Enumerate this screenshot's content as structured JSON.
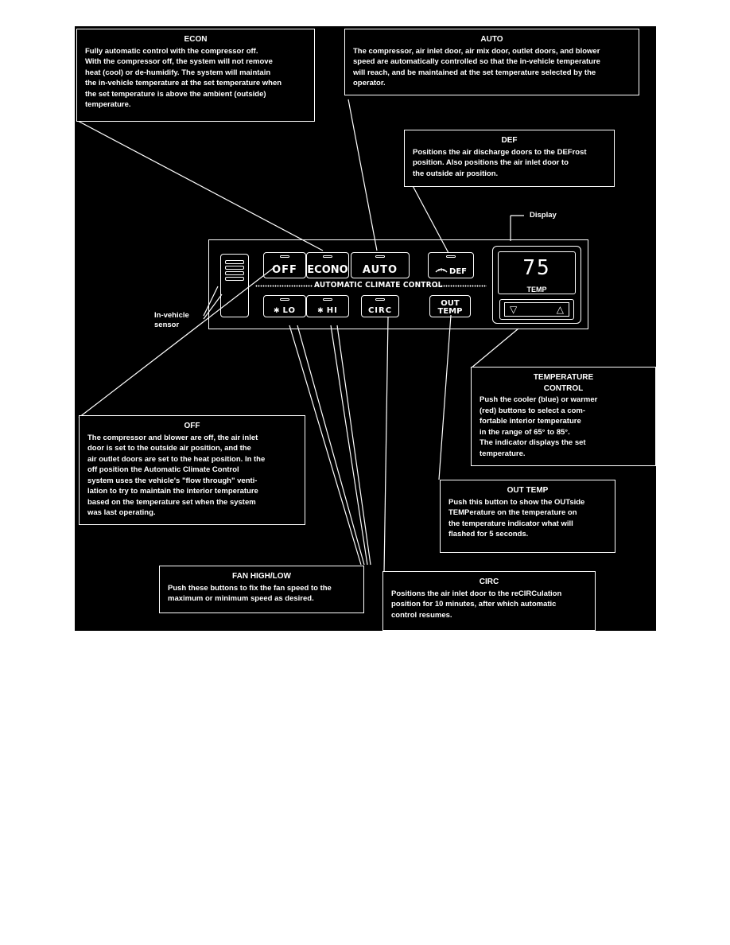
{
  "callouts": {
    "econ": {
      "title": "ECON",
      "body": "Fully automatic control with the compressor off.\nWith the compressor off, the system will not remove\nheat (cool) or de-humidify. The system will maintain\nthe in-vehicle temperature at the set temperature when\nthe set temperature is above the ambient (outside)\ntemperature."
    },
    "auto": {
      "title": "AUTO",
      "body": "The compressor, air inlet door, air mix door, outlet doors, and blower\nspeed are automatically controlled so that the in-vehicle temperature\nwill reach, and be maintained at the set temperature selected by the\noperator."
    },
    "def": {
      "title": "DEF",
      "body": "Positions the air discharge doors to the DEFrost\nposition. Also positions the air inlet door to\nthe outside air position."
    },
    "temperature_control": {
      "title": "TEMPERATURE\nCONTROL",
      "body": "Push the cooler (blue) or warmer\n(red) buttons to select a com-\nfortable interior temperature\nin the range of 65° to 85°.\nThe indicator displays the set\ntemperature."
    },
    "off": {
      "title": "OFF",
      "body": "The compressor and blower are off, the air inlet\ndoor is set to the outside air position, and the\nair outlet doors are set to the heat position. In the\noff position the Automatic Climate Control\nsystem uses the vehicle's \"flow through\" venti-\nlation to try to maintain the interior temperature\nbased on the temperature set when the system\nwas last operating."
    },
    "out_temp": {
      "title": "OUT TEMP",
      "body": "Push this button to show the OUTside\nTEMPerature on the temperature on\nthe temperature indicator what will\nflashed for 5 seconds."
    },
    "fan": {
      "title": "FAN HIGH/LOW",
      "body": "Push these buttons to fix the fan speed to the\nmaximum or minimum speed as desired."
    },
    "circ": {
      "title": "CIRC",
      "body": "Positions the air inlet door to the reCIRCulation\nposition for 10 minutes, after which automatic\ncontrol resumes."
    }
  },
  "labels": {
    "display": "Display",
    "in_vehicle_sensor": "In-vehicle\nsensor"
  },
  "panel": {
    "buttons": {
      "off": "OFF",
      "econo": "ECONO",
      "auto": "AUTO",
      "def": "DEF",
      "lo": "LO",
      "hi": "HI",
      "circ": "CIRC",
      "out_temp": "OUT\nTEMP"
    },
    "panel_title": "AUTOMATIC CLIMATE CONTROL",
    "display_value": "75",
    "display_label": "TEMP"
  },
  "icons": {
    "fan": "fan-icon",
    "defrost": "windshield-defrost-icon",
    "temp_down": "triangle-down-icon",
    "temp_up": "triangle-up-icon"
  },
  "colors": {
    "background": "#000000",
    "foreground": "#ffffff",
    "page": "#ffffff"
  }
}
